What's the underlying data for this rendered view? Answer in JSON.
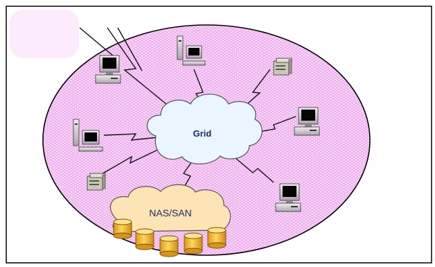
{
  "diagram": {
    "grid_label": "Grid",
    "storage_label": "NAS/SAN"
  },
  "nodes": [
    {
      "id": "desktop-top-left",
      "icon": "desktop-computer-icon"
    },
    {
      "id": "tower-top",
      "icon": "tower-computer-icon"
    },
    {
      "id": "server-top-right",
      "icon": "server-icon"
    },
    {
      "id": "desktop-right",
      "icon": "desktop-computer-icon"
    },
    {
      "id": "tower-left",
      "icon": "tower-computer-icon"
    },
    {
      "id": "server-left",
      "icon": "server-icon"
    },
    {
      "id": "desktop-bottom-right",
      "icon": "desktop-computer-icon"
    }
  ],
  "colors": {
    "ellipse_fill": "#f1b8f1",
    "cloud_fill": "#e9f6ff",
    "cloud_stroke": "#5a5a5a",
    "storage_fill": "#fde4b4",
    "disk_fill": "#f6c23a",
    "label_color": "#1f2a6b"
  }
}
